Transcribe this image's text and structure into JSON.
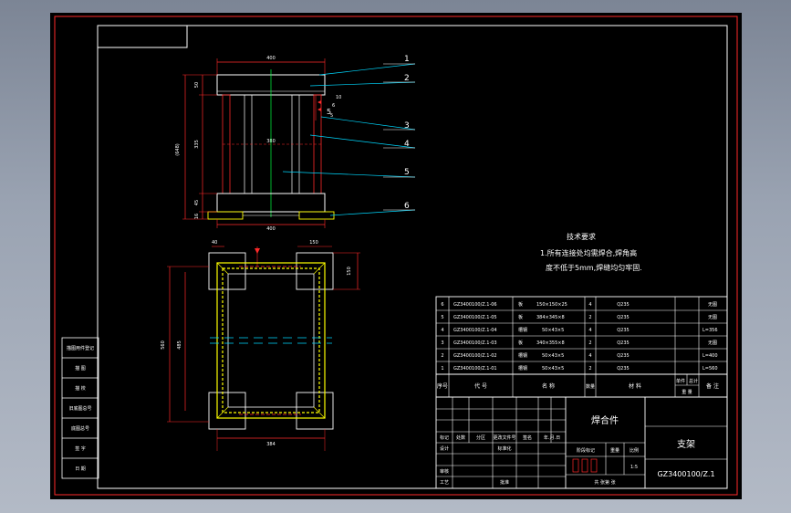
{
  "drawing": {
    "title": "焊合件",
    "part_name": "支架",
    "drawing_no": "GZ3400100/Z.1",
    "scale": "1:5",
    "sheet_label": "共   张第   张",
    "colors": {
      "background": "#000000",
      "frame": "#ffffff",
      "red": "#ff2a2a",
      "cyan": "#00d8ff",
      "yellow": "#ffff00",
      "green": "#00ff40",
      "magenta": "#ff40ff"
    }
  },
  "tech_requirements": {
    "heading": "技术要求",
    "line1": "1.所有连接处均需焊合,焊角高",
    "line2": "度不低于5mm,焊缝均匀牢固."
  },
  "front_view": {
    "dims": {
      "top_width": "400",
      "mid_width": "380",
      "bottom_width": "400",
      "overall_height": "(648)",
      "top_plate": "50",
      "mid_height": "335",
      "bottom_plate": "45",
      "foot": "16",
      "right_a": "10",
      "right_b": "6",
      "right_c": "5"
    },
    "balloons": [
      "1",
      "2",
      "5",
      "3",
      "4",
      "5",
      "6"
    ]
  },
  "top_view": {
    "dims": {
      "left": "40",
      "plate": "150",
      "plate_h": "150",
      "outer": "560",
      "inner": "485",
      "bottom": "384"
    }
  },
  "bom": {
    "rows": [
      {
        "no": "6",
        "code": "GZ3400100/Z.1-06",
        "name": "板",
        "spec": "150×150×25",
        "qty": "4",
        "material": "Q235",
        "remark": "无图"
      },
      {
        "no": "5",
        "code": "GZ3400100/Z.1-05",
        "name": "板",
        "spec": "384×345×8",
        "qty": "2",
        "material": "Q235",
        "remark": "无图"
      },
      {
        "no": "4",
        "code": "GZ3400100/Z.1-04",
        "name": "槽钢",
        "spec": "50×43×5",
        "qty": "4",
        "material": "Q235",
        "remark": "L=356"
      },
      {
        "no": "3",
        "code": "GZ3400100/Z.1-03",
        "name": "板",
        "spec": "340×355×8",
        "qty": "2",
        "material": "Q235",
        "remark": "无图"
      },
      {
        "no": "2",
        "code": "GZ3400100/Z.1-02",
        "name": "槽钢",
        "spec": "50×43×5",
        "qty": "4",
        "material": "Q235",
        "remark": "L=400"
      },
      {
        "no": "1",
        "code": "GZ3400100/Z.1-01",
        "name": "槽钢",
        "spec": "50×43×5",
        "qty": "2",
        "material": "Q235",
        "remark": "L=560"
      }
    ],
    "headers": {
      "no": "序号",
      "code": "代  号",
      "name": "名  称",
      "qty": "数量",
      "material": "材  料",
      "single": "单件",
      "total": "总计",
      "weight": "重 量",
      "remark": "备  注"
    }
  },
  "title_block": {
    "mark": "标记",
    "count": "处数",
    "zone": "分区",
    "change_doc": "更改文件号",
    "sign": "签名",
    "date": "年.月.日",
    "design": "设计",
    "standardize": "标准化",
    "stage_mark": "阶段标记",
    "weight": "重量",
    "scale_label": "比例",
    "review": "审核",
    "process": "工艺",
    "approve": "批准"
  },
  "side_labels": [
    "描图用件登记",
    "描   图",
    "描   校",
    "旧底图总号",
    "底图总号",
    "签   字",
    "日   期"
  ]
}
